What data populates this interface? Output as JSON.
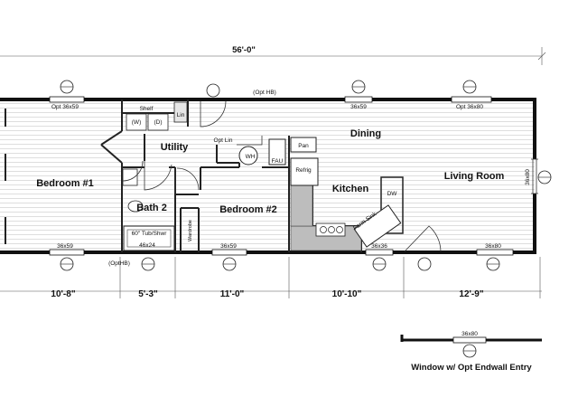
{
  "overall_dimension": "56'-0\"",
  "rooms": {
    "bedroom1": "Bedroom #1",
    "bath2": "Bath 2",
    "utility": "Utility",
    "bedroom2": "Bedroom #2",
    "dining": "Dining",
    "kitchen": "Kitchen",
    "living": "Living Room"
  },
  "fixtures": {
    "shelf": "Shelf",
    "washer": "(W)",
    "dryer": "(D)",
    "lin": "Lin",
    "opt_lin": "Opt Lin",
    "wh": "WH",
    "fau": "FAU",
    "pan": "Pan",
    "refrig": "Refrig",
    "dw": "DW",
    "farm_sink": "Farm Sink",
    "tub": "60\" Tub/Shwr",
    "tub_size": "46x24",
    "wardrobe": "Wardrobe"
  },
  "windows": {
    "top_left": "Opt 36x59",
    "top_mid": "36x59",
    "top_right": "Opt 36x80",
    "opt_hb_top": "(Opt HB)",
    "opt_hb_bottom": "(OptHB)",
    "right_side": "36x80",
    "bottom_1": "36x59",
    "bottom_2": "36x59",
    "bottom_3": "36x36",
    "bottom_4": "36x80"
  },
  "section_dims": [
    "10'-8\"",
    "5'-3\"",
    "11'-0\"",
    "10'-10\"",
    "12'-9\""
  ],
  "inset": {
    "window": "36x80",
    "caption": "Window w/ Opt Endwall Entry"
  }
}
